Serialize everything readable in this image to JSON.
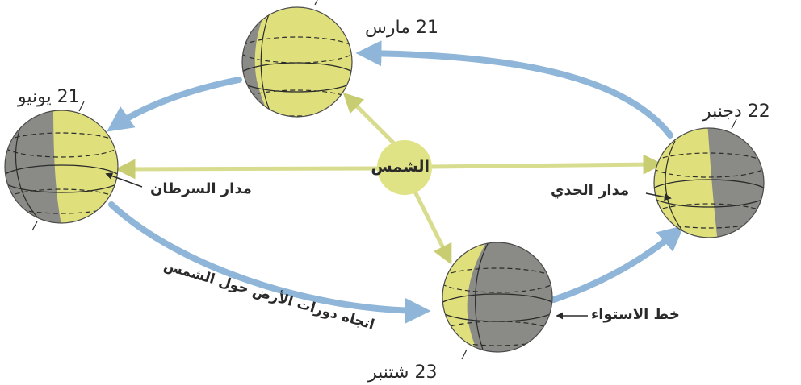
{
  "colors": {
    "orbit_arrow": "#8fb6d8",
    "sun_ray": "#d8dc8e",
    "sun_fill": "#dfe285",
    "day_side": "#dfe07c",
    "night_side": "#8a8a86",
    "globe_line": "#2b2b2b"
  },
  "labels": {
    "sun": "الشمس",
    "date_march": "21 مارس",
    "date_june": "21 يونيو",
    "date_december": "22 دجنبر",
    "date_september": "23 شتنبر",
    "tropic_cancer": "مدار السرطان",
    "tropic_capricorn": "مدار الجدي",
    "equator": "خط الاستواء",
    "orbit_direction": "اتجاه دورات الأرض حول الشمس"
  }
}
